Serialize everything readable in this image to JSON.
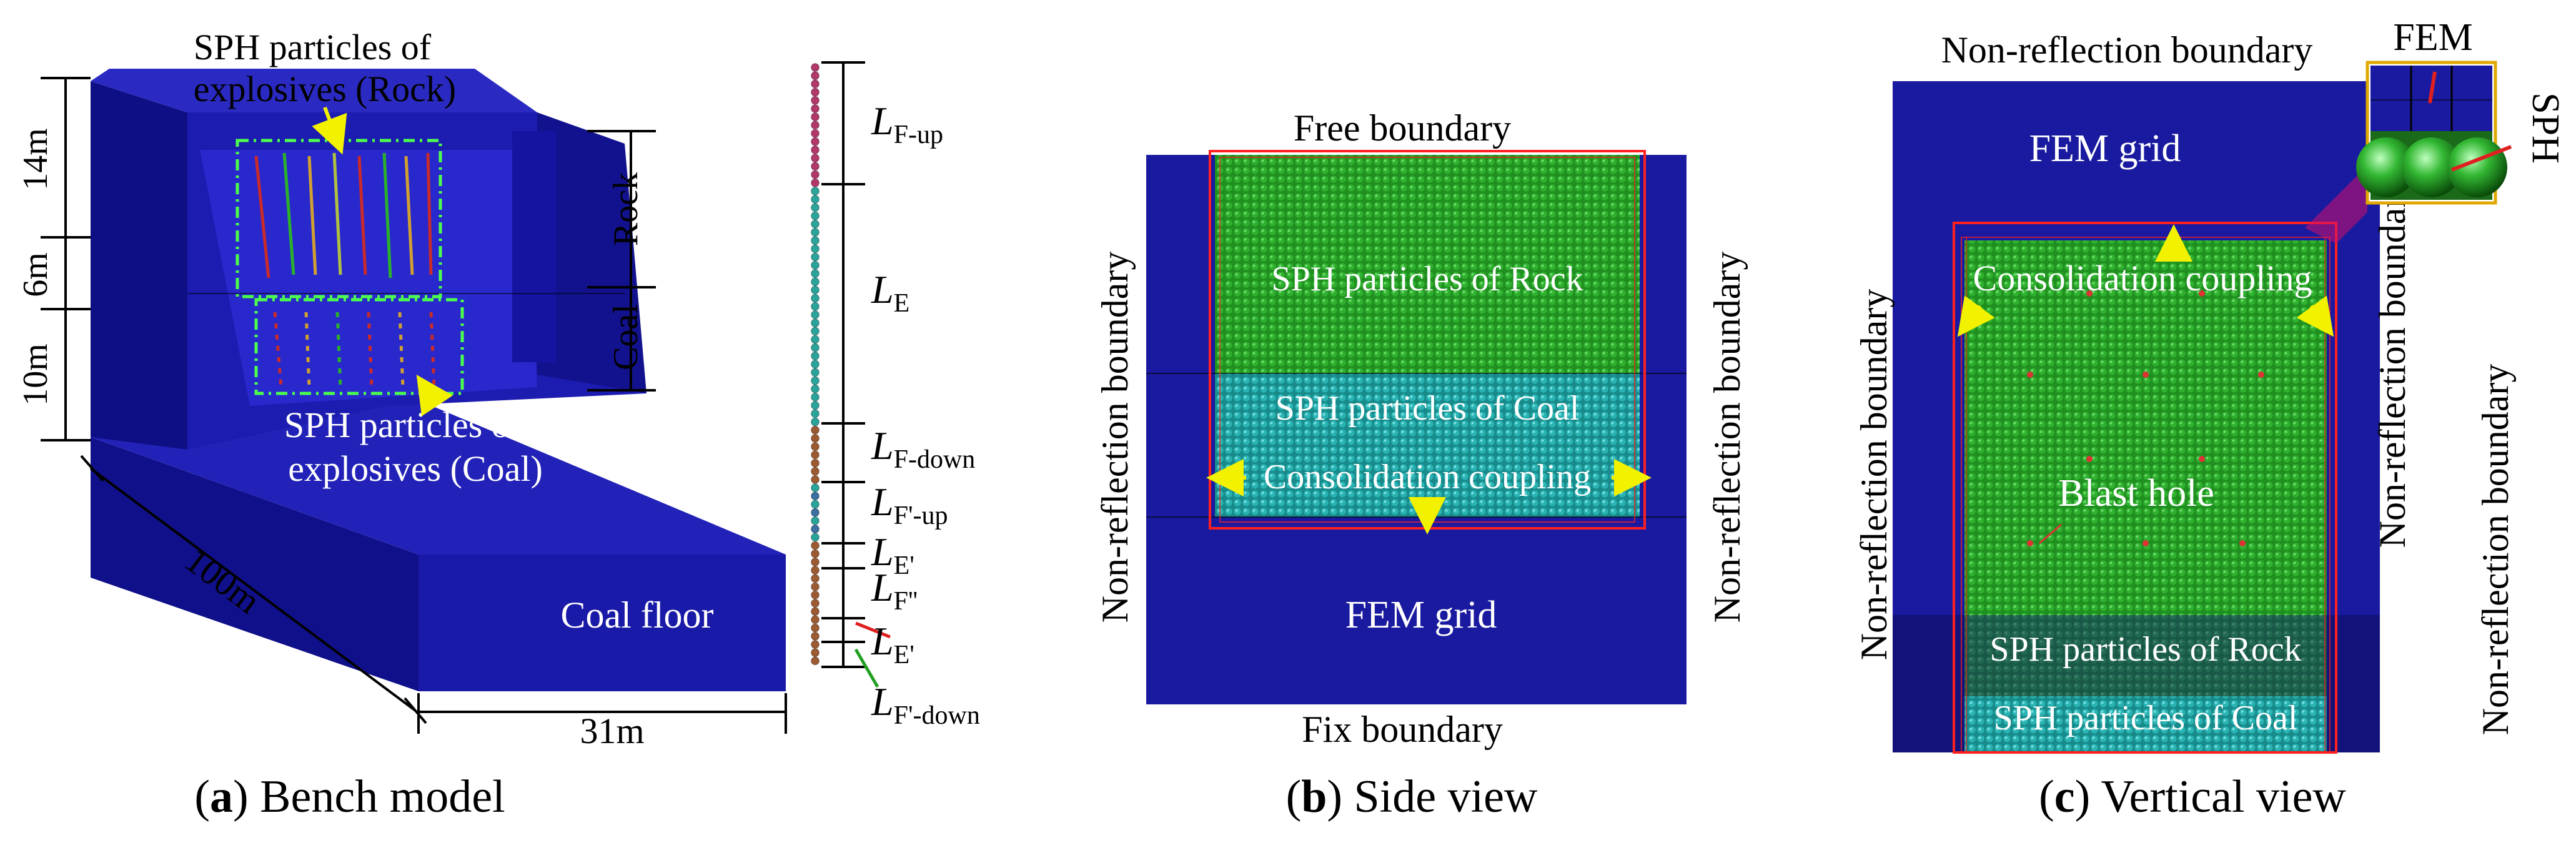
{
  "colors": {
    "fem_blue": "#1a1aa0",
    "fem_blue_dark": "#12127a",
    "fem_blue_side": "#1515b4",
    "rock_green": "#1f8f1f",
    "coal_cyan": "#1fa0a0",
    "coupling_red": "#ff2020",
    "arrow_yellow": "#f2f200",
    "dash_green": "#4cff4c",
    "particle_rock": "#b0386a",
    "particle_mid": "#2aa39a",
    "particle_coal": "#9c5a33"
  },
  "panel_a": {
    "caption_letter": "a",
    "caption_text": "Bench model",
    "rock_explosives_label": [
      "SPH particles of",
      "explosives (Rock)"
    ],
    "coal_explosives_label": [
      "SPH particles of",
      "explosives (Coal)"
    ],
    "coal_floor_label": "Coal floor",
    "dim_14m": "14m",
    "dim_6m": "6m",
    "dim_10m": "10m",
    "dim_100m": "100m",
    "dim_31m": "31m",
    "rock_label": "Rock",
    "coal_label": "Coal",
    "charge_segments": [
      {
        "base": "L",
        "sub": "F-up"
      },
      {
        "base": "L",
        "sub": "E"
      },
      {
        "base": "L",
        "sub": "F-down"
      },
      {
        "base": "L",
        "sub": "F'-up"
      },
      {
        "base": "L",
        "sub": "E'"
      },
      {
        "base": "L",
        "sub": "F''"
      },
      {
        "base": "L",
        "sub": "E'"
      },
      {
        "base": "L",
        "sub": "F'-down"
      }
    ]
  },
  "panel_b": {
    "caption_letter": "b",
    "caption_text": "Side view",
    "top_label": "Free boundary",
    "bottom_label": "Fix boundary",
    "left_label": "Non-reflection boundary",
    "right_label": "Non-reflection boundary",
    "rock_label": "SPH particles of Rock",
    "coal_label": "SPH particles of Coal",
    "coupling_label": "Consolidation coupling",
    "fem_label": "FEM grid"
  },
  "panel_c": {
    "caption_letter": "c",
    "caption_text": "Vertical view",
    "top_label": "Non-reflection boundary",
    "left_label": "Non-reflection boundary",
    "right_label": "Non-reflection boundary",
    "right_outer_label": "Non-reflection boundary",
    "fem_label": "FEM grid",
    "coupling_label": "Consolidation coupling",
    "blast_label": "Blast hole",
    "rock_label": "SPH particles of Rock",
    "coal_label": "SPH particles of Coal",
    "inset_fem_label": "FEM",
    "inset_sph_label": "SPH"
  }
}
